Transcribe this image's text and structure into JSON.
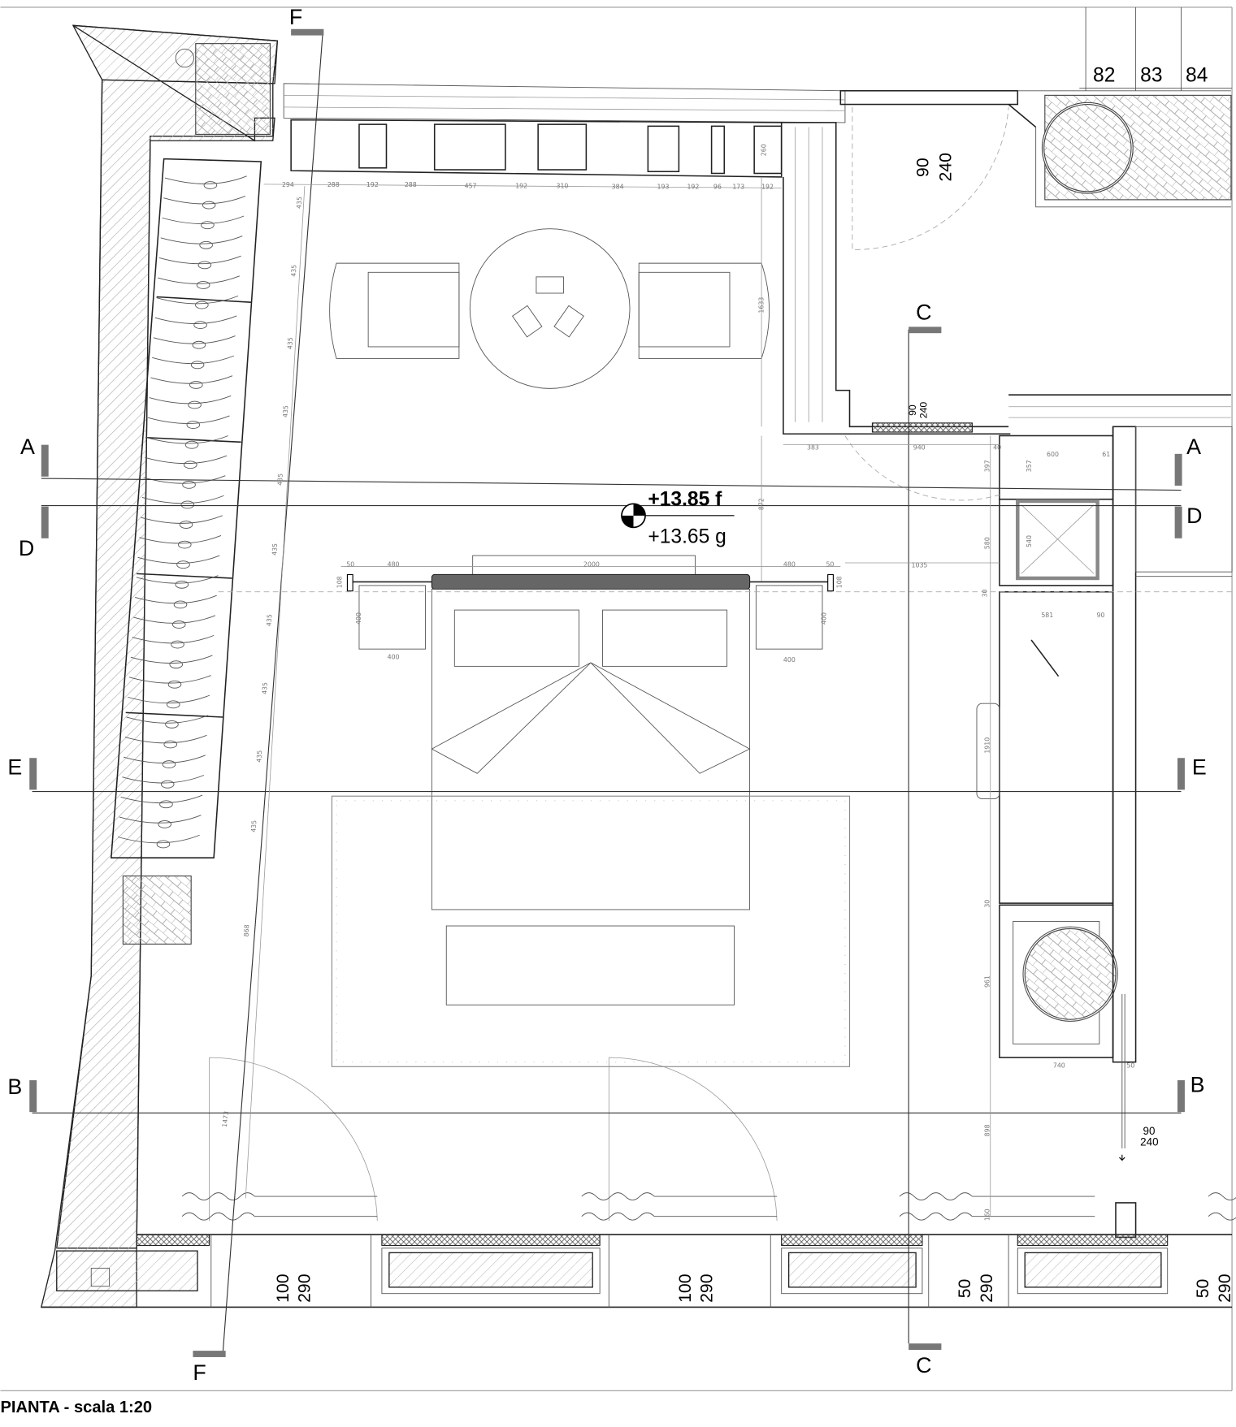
{
  "title": "PIANTA - scala 1:20",
  "sections": {
    "A": "A",
    "B": "B",
    "C": "C",
    "D": "D",
    "E": "E",
    "F": "F"
  },
  "grid_numbers": [
    "82",
    "83",
    "84"
  ],
  "elevation": {
    "upper": "+13.85 f",
    "lower": "+13.65 g"
  },
  "doors": [
    {
      "width": "90",
      "height": "240"
    },
    {
      "width": "90",
      "height": "240"
    },
    {
      "width": "90",
      "height": "240"
    }
  ],
  "windows": [
    {
      "width": "100",
      "height": "290"
    },
    {
      "width": "100",
      "height": "290"
    },
    {
      "width": "50",
      "height": "290"
    },
    {
      "width": "50",
      "height": "290"
    }
  ],
  "top_dimensions": [
    "294",
    "288",
    "192",
    "288",
    "457",
    "192",
    "310",
    "384",
    "193",
    "192",
    "96",
    "173",
    "192"
  ],
  "dimensions": {
    "wardrobe": [
      "435",
      "435",
      "435",
      "435",
      "435",
      "435",
      "435",
      "435",
      "435",
      "435"
    ],
    "left_868": "868",
    "left_1473": "1473",
    "alcove_1633": "1633",
    "alcove_260": "260",
    "center_872": "872",
    "d383": "383",
    "d940": "940",
    "d40": "40",
    "d1035": "1035",
    "d397": "397",
    "d357": "357",
    "d600": "600",
    "d61": "61",
    "d580": "580",
    "d540": "540",
    "d30a": "30",
    "d581": "581",
    "d90": "90",
    "d1910": "1910",
    "d30b": "30",
    "d961": "961",
    "d740": "740",
    "d50": "50",
    "d898": "898",
    "d160": "160",
    "bed": [
      "50",
      "480",
      "2000",
      "480",
      "50",
      "108",
      "108",
      "400",
      "400",
      "400",
      "400"
    ]
  }
}
